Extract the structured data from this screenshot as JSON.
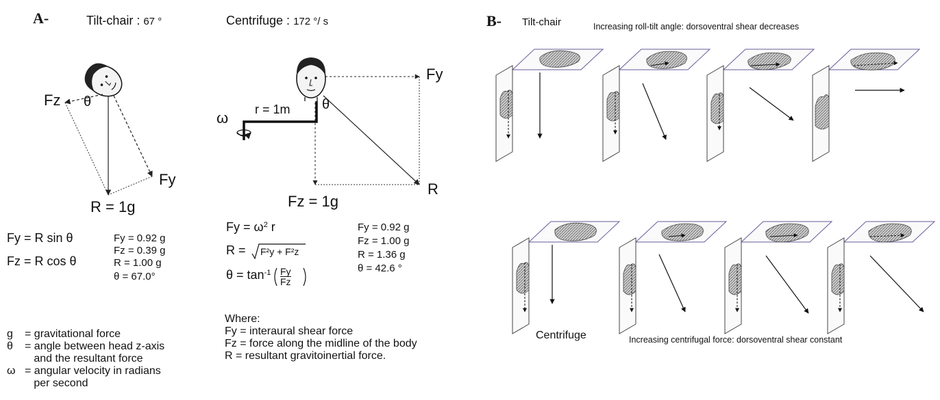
{
  "panel_a": {
    "tag": "A-",
    "tilt": {
      "title": "Tilt-chair : ",
      "title_angle": "67 °",
      "label_fz": "Fz",
      "label_theta": "θ",
      "label_fy": "Fy",
      "label_r": "R = 1g",
      "eq_fy": "Fy = R sin θ",
      "eq_fz": "Fz = R cos θ",
      "val_fy": "Fy = 0.92 g",
      "val_fz": "Fz = 0.39 g",
      "val_r": "R  = 1.00 g",
      "val_theta": "θ   = 67.0°"
    },
    "centrifuge": {
      "title": "Centrifuge : ",
      "title_rate": "172 °/ s",
      "label_omega": "ω",
      "label_radius": "r = 1m",
      "label_theta": "θ",
      "label_fy": "Fy",
      "label_r": "R",
      "label_fz": "Fz = 1g",
      "eq_fy_lhs": "Fy = ω",
      "eq_fy_exp": "2",
      "eq_fy_rhs": " r",
      "eq_r_lhs": "R =",
      "eq_r_rad": "F²y + F²z",
      "eq_theta_lhs": "θ = tan",
      "eq_theta_exp": "-1",
      "frac_num": "Fy",
      "frac_den": "Fz",
      "val_fy": "Fy = 0.92 g",
      "val_fz": "Fz = 1.00 g",
      "val_r": "R  = 1.36 g",
      "val_theta": "θ   = 42.6 °"
    },
    "legend_left": [
      {
        "sym": "g",
        "text": "= gravitational force"
      },
      {
        "sym": "θ",
        "text": "= angle between head z-axis"
      },
      {
        "sym": "",
        "text": "   and the resultant force"
      },
      {
        "sym": "ω",
        "text": "= angular velocity in radians"
      },
      {
        "sym": "",
        "text": "   per second"
      }
    ],
    "legend_right": {
      "heading": "Where:",
      "lines": [
        "Fy = interaural shear force",
        "Fz = force along the midline of the body",
        "R  = resultant gravitoinertial force."
      ]
    }
  },
  "panel_b": {
    "tag": "B-",
    "tilt_label": "Tilt-chair",
    "tilt_caption": "Increasing roll-tilt angle: dorsoventral shear decreases",
    "centrifuge_label": "Centrifuge",
    "centrifuge_caption": "Increasing centrifugal force: dorsoventral shear constant"
  }
}
